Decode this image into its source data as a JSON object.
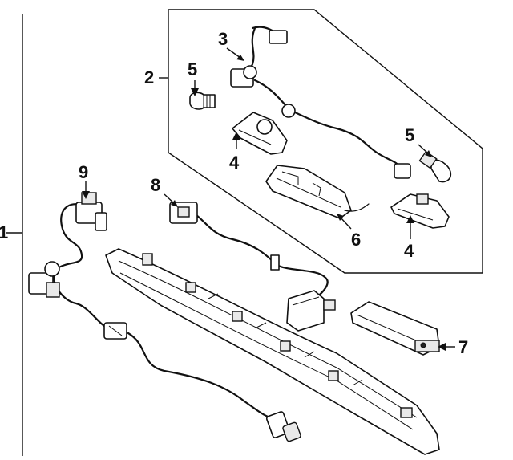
{
  "callouts": {
    "c1": "1",
    "c2": "2",
    "c3": "3",
    "c4a": "4",
    "c4b": "4",
    "c5a": "5",
    "c5b": "5",
    "c6": "6",
    "c7": "7",
    "c8": "8",
    "c9": "9"
  }
}
